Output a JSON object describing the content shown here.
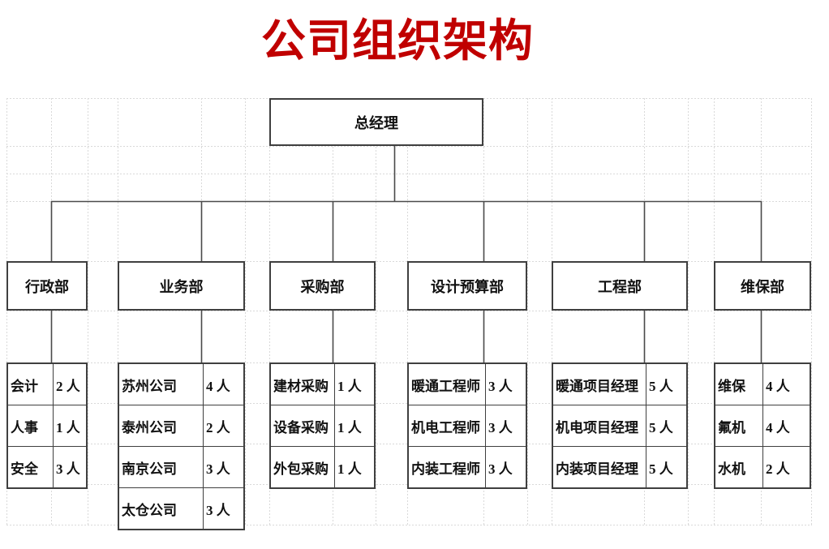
{
  "page": {
    "title": "公司组织架构",
    "title_color": "#C00000"
  },
  "org_chart": {
    "root": {
      "label": "总经理"
    },
    "departments": [
      {
        "label": "行政部",
        "members": [
          {
            "position": "会计",
            "headcount": "2 人"
          },
          {
            "position": "人事",
            "headcount": "1 人"
          },
          {
            "position": "安全",
            "headcount": "3 人"
          }
        ]
      },
      {
        "label": "业务部",
        "members": [
          {
            "position": "苏州公司",
            "headcount": "4 人"
          },
          {
            "position": "泰州公司",
            "headcount": "2 人"
          },
          {
            "position": "南京公司",
            "headcount": "3 人"
          },
          {
            "position": "太仓公司",
            "headcount": "3 人"
          }
        ]
      },
      {
        "label": "采购部",
        "members": [
          {
            "position": "建材采购",
            "headcount": "1 人"
          },
          {
            "position": "设备采购",
            "headcount": "1 人"
          },
          {
            "position": "外包采购",
            "headcount": "1 人"
          }
        ]
      },
      {
        "label": "设计预算部",
        "members": [
          {
            "position": "暖通工程师",
            "headcount": "3 人"
          },
          {
            "position": "机电工程师",
            "headcount": "3 人"
          },
          {
            "position": "内装工程师",
            "headcount": "3 人"
          }
        ]
      },
      {
        "label": "工程部",
        "members": [
          {
            "position": "暖通项目经理",
            "headcount": "5 人"
          },
          {
            "position": "机电项目经理",
            "headcount": "5 人"
          },
          {
            "position": "内装项目经理",
            "headcount": "5 人"
          }
        ]
      },
      {
        "label": "维保部",
        "members": [
          {
            "position": "维保",
            "headcount": "4 人"
          },
          {
            "position": "氟机",
            "headcount": "4 人"
          },
          {
            "position": "水机",
            "headcount": "2 人"
          }
        ]
      }
    ]
  }
}
